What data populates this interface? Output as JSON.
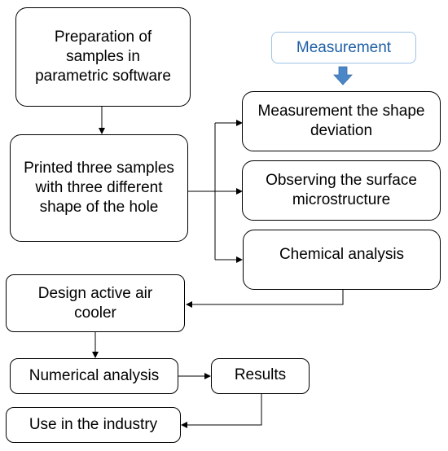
{
  "nodes": {
    "preparation": "Preparation of samples in parametric software",
    "printed": "Printed three samples with three different shape of the hole",
    "measurement_header": "Measurement",
    "shape_deviation": "Measurement the shape deviation",
    "surface": "Observing the surface microstructure",
    "chemical": "Chemical analysis",
    "design": "Design active air cooler",
    "numerical": "Numerical analysis",
    "results": "Results",
    "industry": "Use in the industry"
  },
  "colors": {
    "stroke": "#000000",
    "header_text": "#1f5fa6",
    "header_border": "#9ec3e6",
    "arrow_fill": "#4a86c8"
  },
  "edges": [
    {
      "from": "preparation",
      "to": "printed"
    },
    {
      "from": "printed",
      "to": "shape_deviation"
    },
    {
      "from": "printed",
      "to": "surface"
    },
    {
      "from": "printed",
      "to": "chemical"
    },
    {
      "from": "measurement_header",
      "to": "shape_deviation"
    },
    {
      "from": "chemical",
      "to": "design"
    },
    {
      "from": "design",
      "to": "numerical"
    },
    {
      "from": "numerical",
      "to": "results"
    },
    {
      "from": "results",
      "to": "industry"
    }
  ]
}
